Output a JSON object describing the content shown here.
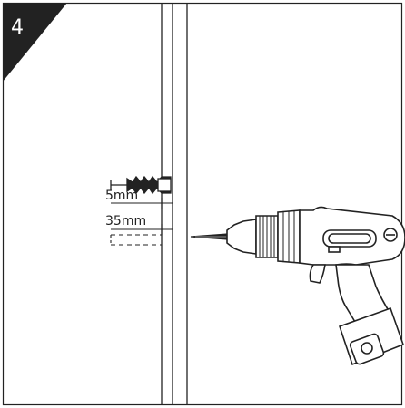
{
  "step_number": "4",
  "dimensions": {
    "anchor_length": "5mm",
    "hole_depth": "35mm"
  },
  "colors": {
    "badge": "#222222",
    "line": "#222222",
    "background": "#ffffff"
  },
  "icons": [
    "wall-anchor-icon",
    "drill-icon",
    "drill-bit-icon"
  ]
}
